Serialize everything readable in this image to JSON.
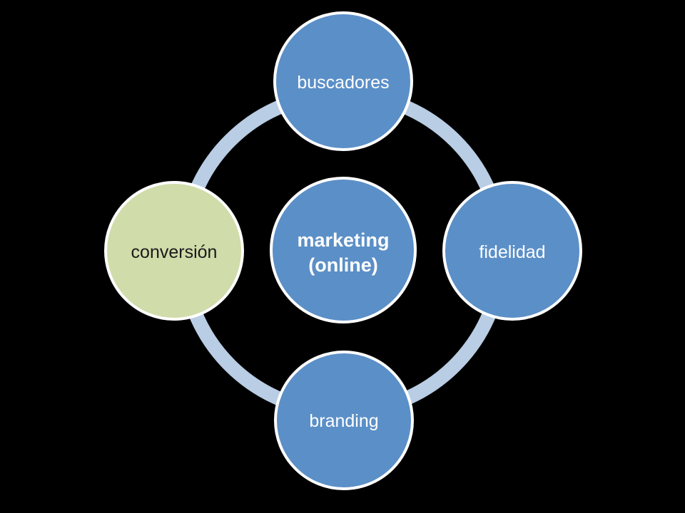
{
  "diagram": {
    "center": {
      "line1": "marketing",
      "line2": "(online)"
    },
    "nodes": {
      "top": "buscadores",
      "right": "fidelidad",
      "bottom": "branding",
      "left": "conversión"
    }
  },
  "colors": {
    "background": "#000000",
    "node_fill": "#5b8fc7",
    "node_stroke": "#ffffff",
    "ring": "#b9cde4",
    "highlight_fill": "#d0dcaa",
    "label_light": "#ffffff",
    "label_dark": "#1a1a1a"
  }
}
